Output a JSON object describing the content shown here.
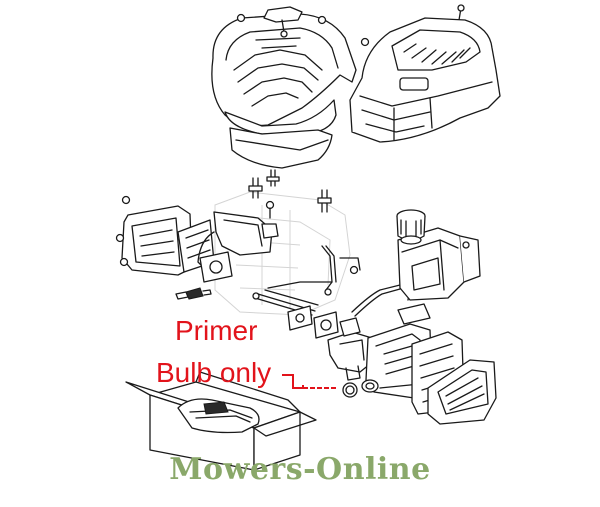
{
  "diagram": {
    "callout": {
      "line1": "Primer",
      "line2": "Bulb only",
      "color": "#e2131b"
    },
    "watermark": {
      "text": "Mowers-Online",
      "color": "#8aa86a"
    }
  }
}
